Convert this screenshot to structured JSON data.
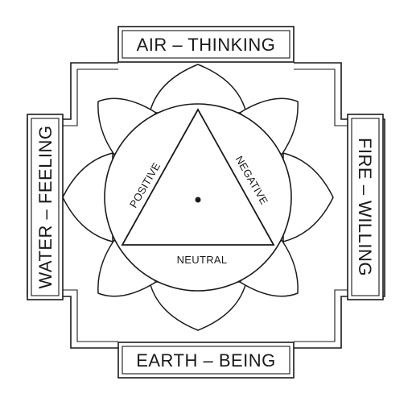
{
  "labels": {
    "top": "AIR – THINKING",
    "right": "FIRE – WILLING",
    "bottom": "EARTH – BEING",
    "left": "WATER – FEELING"
  },
  "triangle": {
    "left_side": "POSITIVE",
    "right_side": "NEGATIVE",
    "base": "NEUTRAL"
  }
}
